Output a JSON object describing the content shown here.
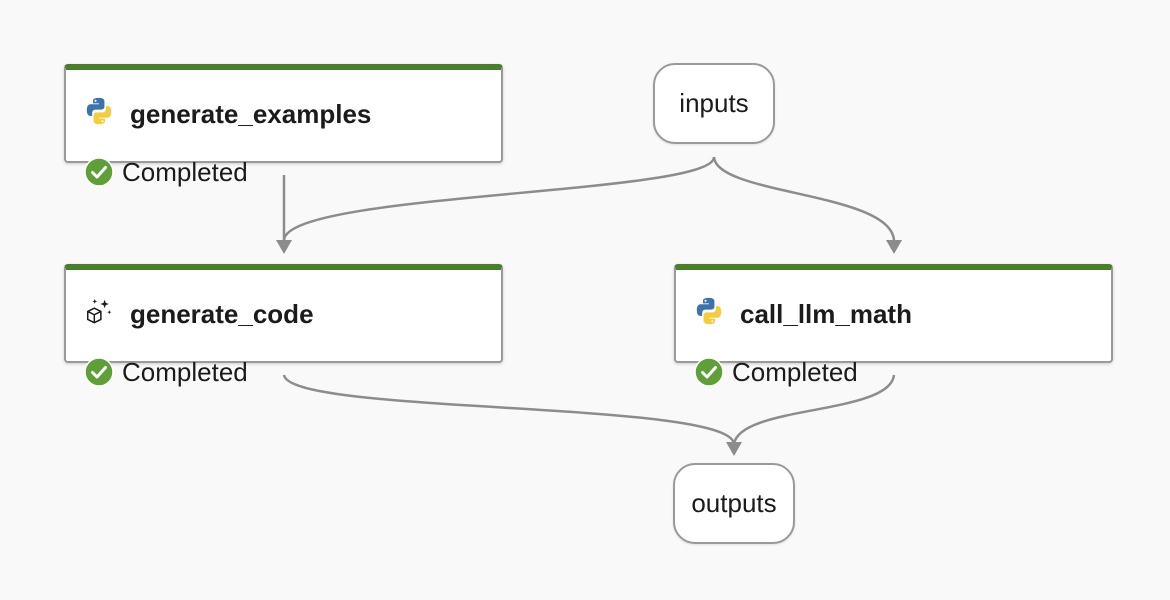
{
  "colors": {
    "canvas_background": "#f9f9f9",
    "node_header": "#4a7f2a",
    "edge": "#8c8c8c",
    "status_success": "#5f9f37"
  },
  "nodes": {
    "generate_examples": {
      "title": "generate_examples",
      "icon": "python-icon",
      "status": "Completed"
    },
    "generate_code": {
      "title": "generate_code",
      "icon": "prompt-cube-sparkle-icon",
      "status": "Completed"
    },
    "call_llm_math": {
      "title": "call_llm_math",
      "icon": "python-icon",
      "status": "Completed"
    }
  },
  "io": {
    "inputs": "inputs",
    "outputs": "outputs"
  }
}
